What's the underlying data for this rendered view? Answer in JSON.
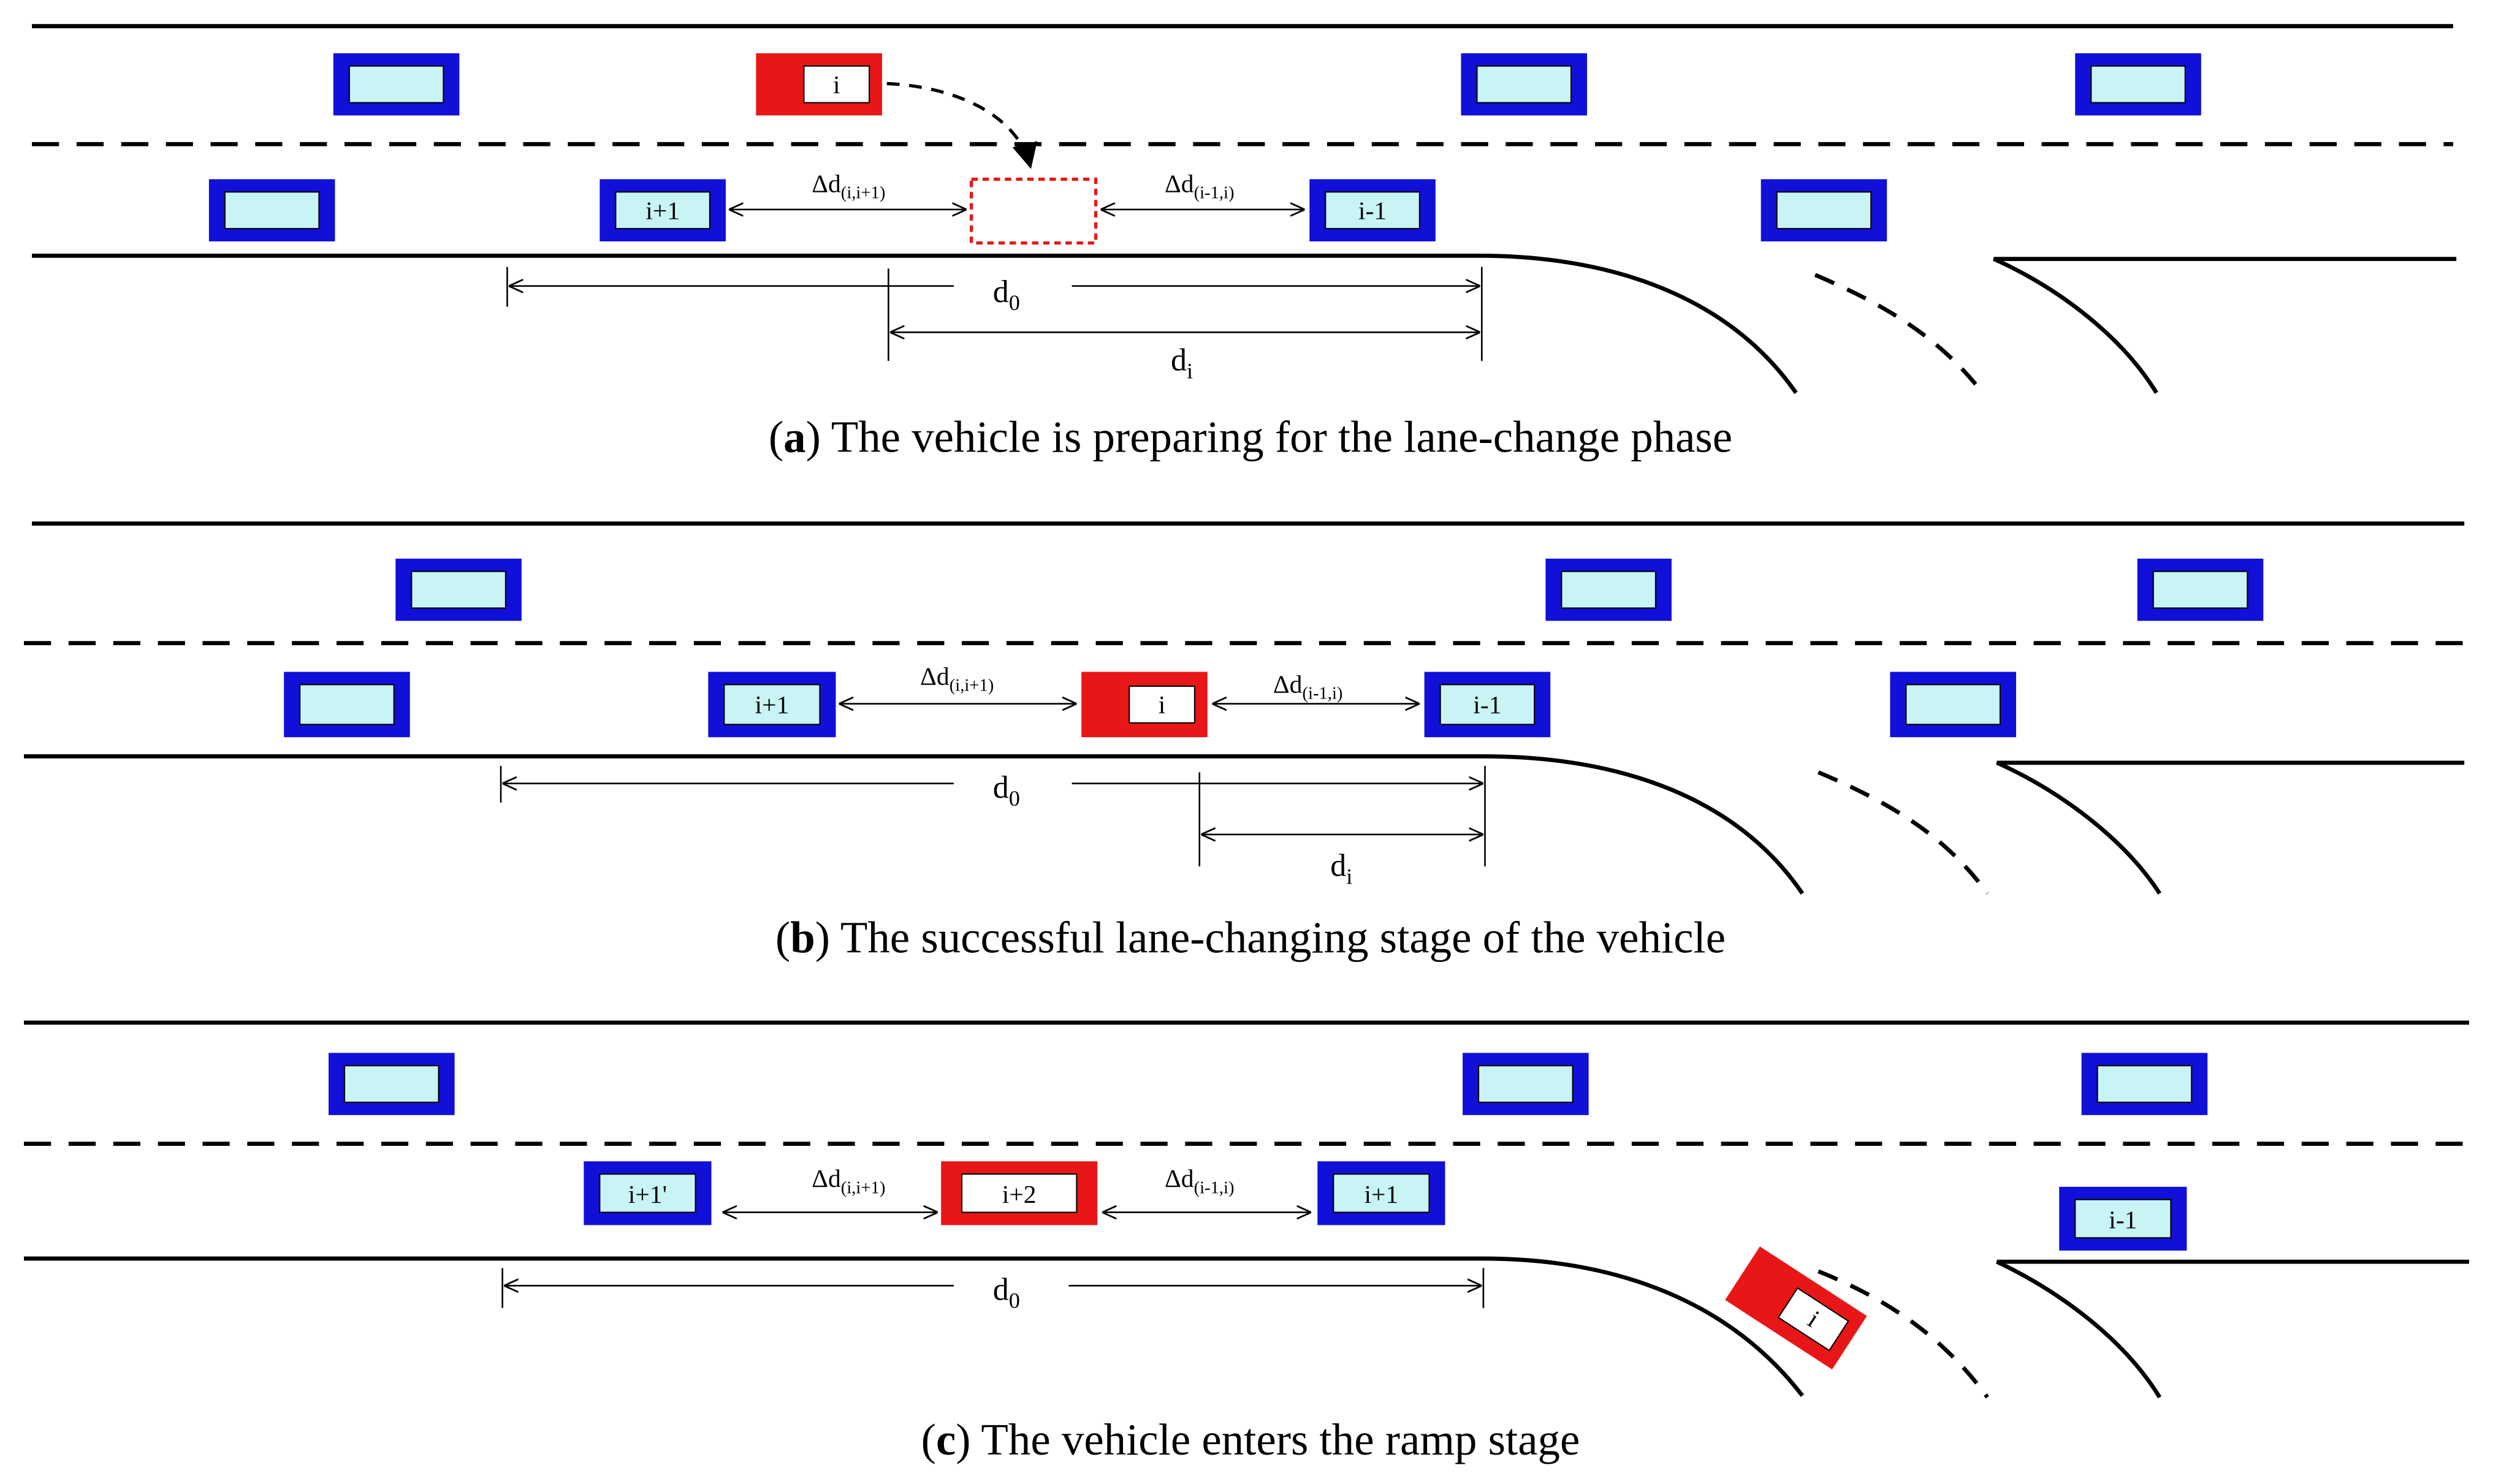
{
  "colors": {
    "road": "#000000",
    "vehicle_blue_border": "#1010d8",
    "vehicle_blue_fill": "#c8f4f6",
    "vehicle_red": "#e81616",
    "vehicle_red_inner": "#ffffff",
    "target_slot": "#e81616"
  },
  "panels": [
    {
      "id": "a",
      "caption_letter": "a",
      "caption_open": "(",
      "caption_rest": ") The vehicle is preparing for the lane-change phase",
      "label_gap_back": "Δd",
      "label_gap_back_sub": "(i,i+1)",
      "label_gap_front": "Δd",
      "label_gap_front_sub": "(i-1,i)",
      "label_d0": "d",
      "label_d0_sub": "0",
      "label_di": "d",
      "label_di_sub": "i",
      "vehicle_labels": [
        "i",
        "i+1",
        "i-1"
      ]
    },
    {
      "id": "b",
      "caption_letter": "b",
      "caption_open": "(",
      "caption_rest": ") The successful lane-changing stage of the vehicle",
      "label_gap_back": "Δd",
      "label_gap_back_sub": "(i,i+1)",
      "label_gap_front": "Δd",
      "label_gap_front_sub": "(i-1,i)",
      "label_d0": "d",
      "label_d0_sub": "0",
      "label_di": "d",
      "label_di_sub": "i",
      "vehicle_labels": [
        "i+1",
        "i",
        "i-1"
      ]
    },
    {
      "id": "c",
      "caption_letter": "c",
      "caption_open": "(",
      "caption_rest": ") The vehicle enters the ramp stage",
      "label_gap_back": "Δd",
      "label_gap_back_sub": "(i,i+1)",
      "label_gap_front": "Δd",
      "label_gap_front_sub": "(i-1,i)",
      "label_d0": "d",
      "label_d0_sub": "0",
      "vehicle_labels": [
        "i+1'",
        "i+2",
        "i+1",
        "i-1",
        "i"
      ]
    }
  ]
}
